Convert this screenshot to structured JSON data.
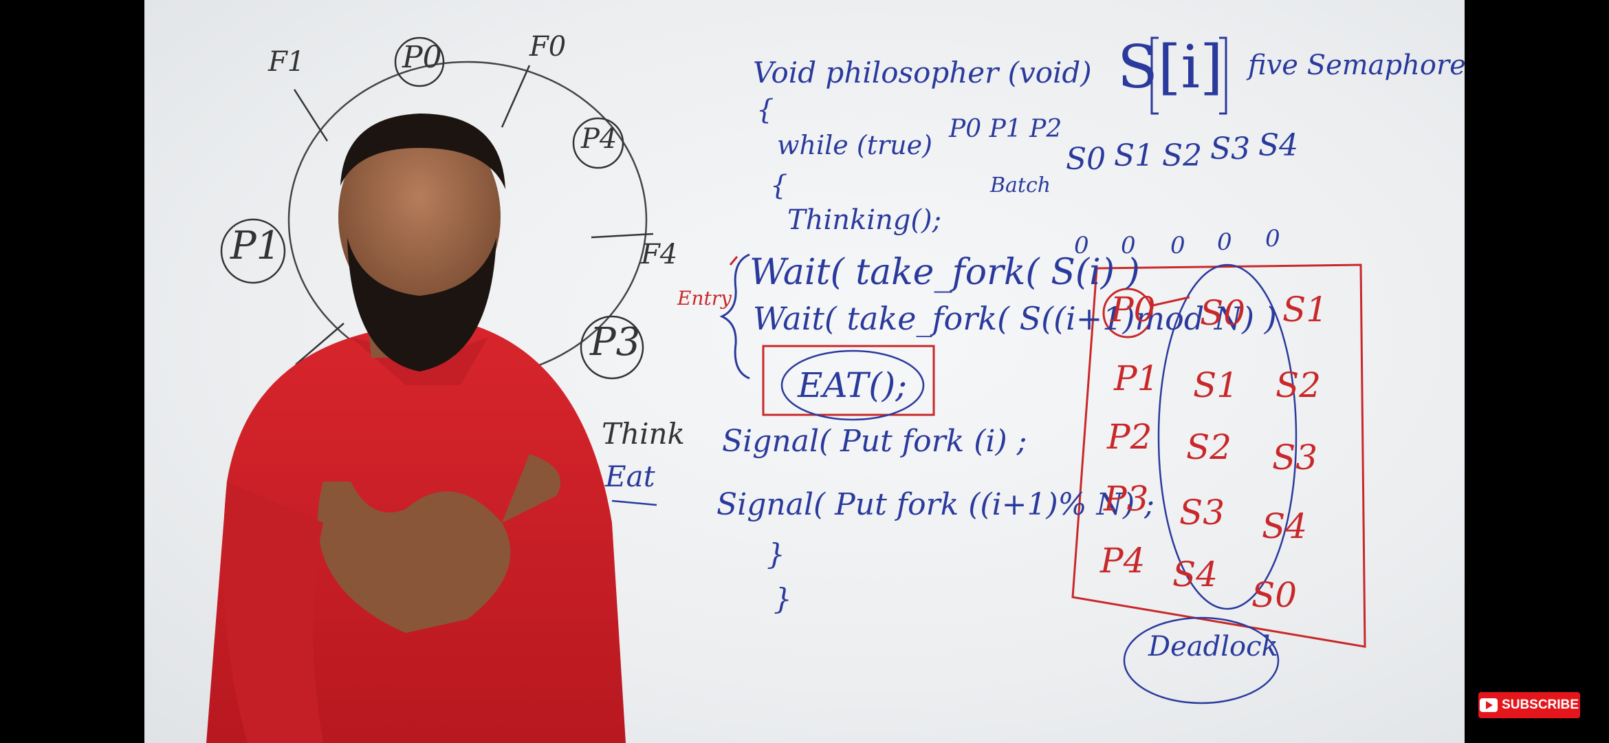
{
  "video": {
    "subscribe_label": "SUBSCRIBE",
    "subscribe_icon": "play-icon"
  },
  "board": {
    "left": {
      "philosophers": [
        "P0",
        "P1",
        "P3",
        "P4"
      ],
      "forks": [
        "F1",
        "F0",
        "F4"
      ],
      "notes": [
        "Think",
        "Eat"
      ]
    },
    "code": {
      "line1": "Void philosopher (void)",
      "brace_open": "{",
      "while": "while (true)",
      "brace2": "{",
      "thinking": "Thinking();",
      "wait1": "Wait( take_fork( S(i) )",
      "wait2": "Wait( take_fork( S((i+1)mod N) )",
      "entry": "Entry",
      "eat": "EAT();",
      "signal1": "Signal( Put fork (i) ;",
      "signal2": "Signal( Put fork ((i+1)% N) ;",
      "close1": "}",
      "close2": "}",
      "p_batch": "P0  P1  P2",
      "batch": "Batch"
    },
    "semaphores": {
      "title": "S[i]",
      "subtitle": "five Semaphores",
      "labels": [
        "S0",
        "S1",
        "S2",
        "S3",
        "S4"
      ],
      "values": [
        "0",
        "0",
        "0",
        "0",
        "0"
      ]
    },
    "table": {
      "rows": [
        {
          "p": "P0",
          "left": "S0",
          "right": "S1"
        },
        {
          "p": "P1",
          "left": "S1",
          "right": "S2"
        },
        {
          "p": "P2",
          "left": "S2",
          "right": "S3"
        },
        {
          "p": "P3",
          "left": "S3",
          "right": "S4"
        },
        {
          "p": "P4",
          "left": "S4",
          "right": "S0"
        }
      ],
      "deadlock": "Deadlock"
    }
  }
}
